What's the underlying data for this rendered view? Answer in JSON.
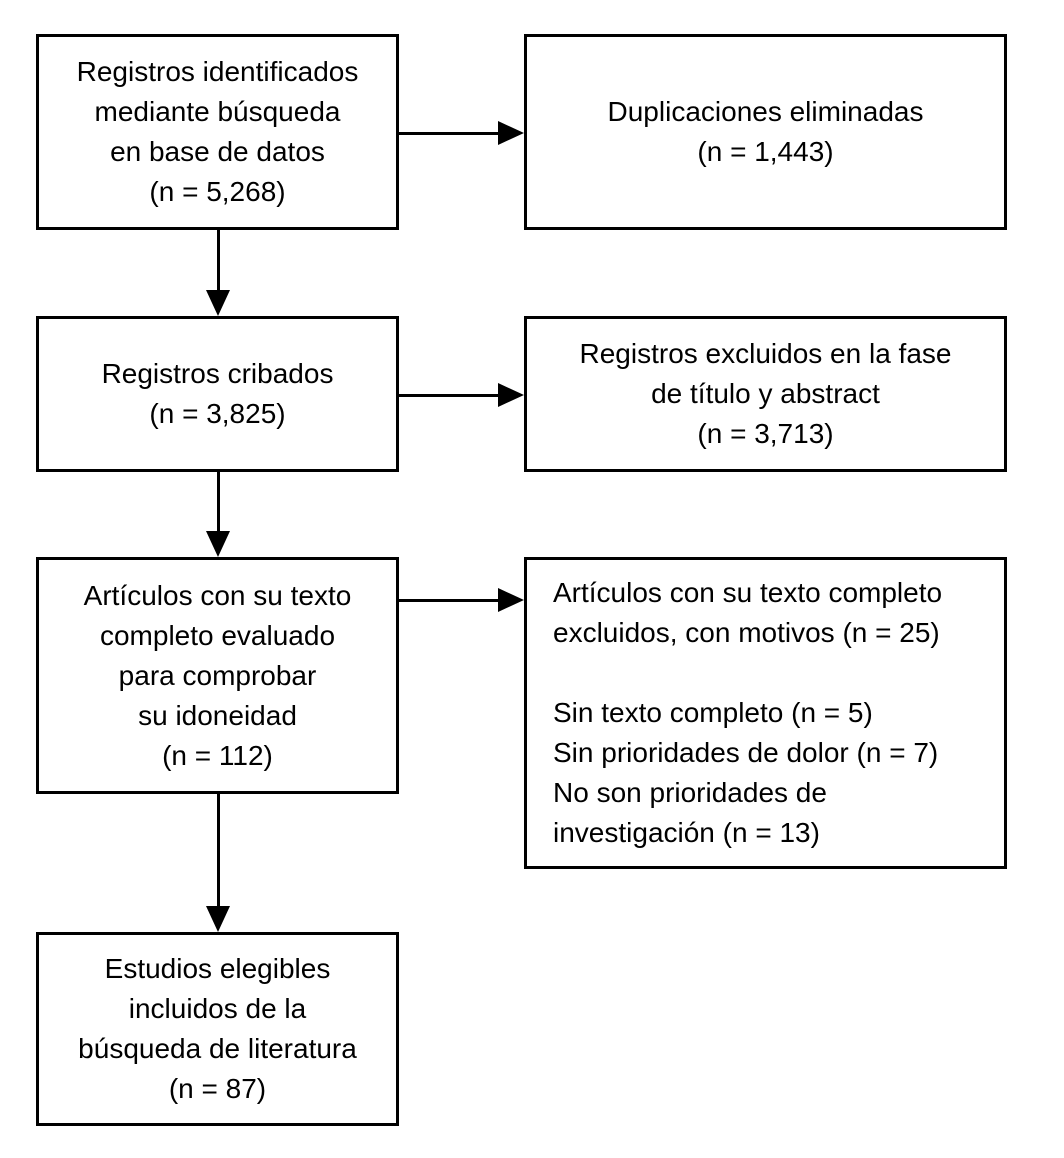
{
  "colors": {
    "background": "#ffffff",
    "line": "#000000",
    "text": "#000000"
  },
  "boxes": {
    "identified": "Registros identificados\nmediante búsqueda\nen base de datos\n(n = 5,268)",
    "duplicates_removed": "Duplicaciones eliminadas\n(n = 1,443)",
    "screened": "Registros cribados\n(n = 3,825)",
    "excluded_title_abstract": "Registros excluidos en la fase\nde título y abstract\n(n = 3,713)",
    "fulltext_assessed": "Artículos con su texto\ncompleto evaluado\npara comprobar\nsu idoneidad\n(n = 112)",
    "fulltext_excluded": "Artículos con su texto completo\nexcluidos, con motivos (n = 25)\n\nSin texto completo (n = 5)\nSin prioridades de dolor (n = 7)\nNo son prioridades de\ninvestigación (n = 13)",
    "included": "Estudios elegibles\nincluidos de la\nbúsqueda de literatura\n(n = 87)"
  },
  "edges": [
    {
      "from": "identified",
      "to": "duplicates_removed",
      "direction": "right"
    },
    {
      "from": "identified",
      "to": "screened",
      "direction": "down"
    },
    {
      "from": "screened",
      "to": "excluded_title_abstract",
      "direction": "right"
    },
    {
      "from": "screened",
      "to": "fulltext_assessed",
      "direction": "down"
    },
    {
      "from": "fulltext_assessed",
      "to": "fulltext_excluded",
      "direction": "right"
    },
    {
      "from": "fulltext_assessed",
      "to": "included",
      "direction": "down"
    }
  ]
}
